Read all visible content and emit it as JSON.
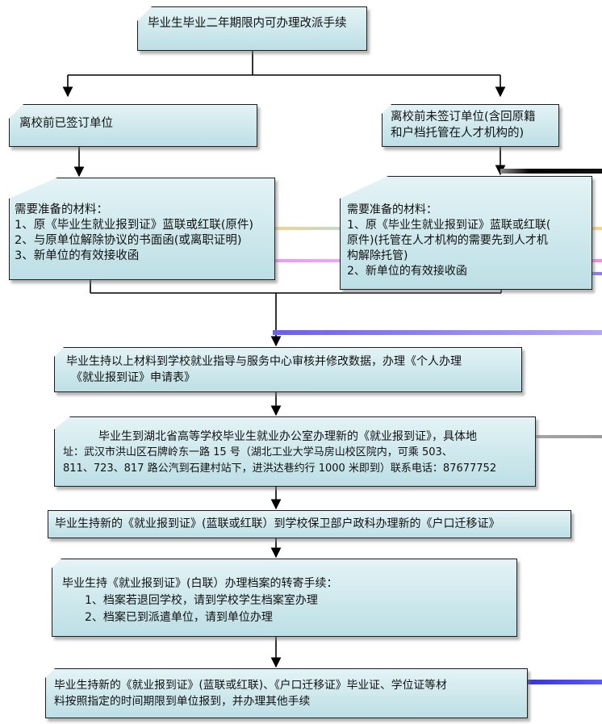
{
  "flowchart": {
    "top": "毕业生毕业二年期限内可办理改派手续",
    "left_branch": {
      "title": "离校前已签订单位",
      "materials": [
        "需要准备的材料：",
        "1、原《毕业生就业报到证》蓝联或红联(原件)",
        "2、与原单位解除协议的书面函(或离职证明)",
        "3、新单位的有效接收函"
      ]
    },
    "right_branch": {
      "title": [
        "离校前未签订单位(含回原籍",
        "和户档托管在人才机构的)"
      ],
      "materials": [
        "需要准备的材料：",
        "1、原《毕业生就业报到证》蓝联或红联(",
        "原件)(托管在人才机构的需要先到人才机",
        "构解除托管)",
        "2、新单位的有效接收函"
      ]
    },
    "step1": [
      "毕业生持以上材料到学校就业指导与服务中心审核并修改数据，办理《个人办理",
      "《就业报到证》申请表》"
    ],
    "step2": [
      "毕业生到湖北省高等学校毕业生就业办公室办理新的《就业报到证》，具体地",
      "址：武汉市洪山区石牌岭东一路 15 号（湖北工业大学马房山校区院内，可乘 503、",
      "811、723、817 路公汽到石建村站下，进洪达巷约行 1000 米即到）联系电话：87677752"
    ],
    "step3": "毕业生持新的《就业报到证》(蓝联或红联）到学校保卫部户政科办理新的《户口迁移证》",
    "step4": [
      "毕业生持《就业报到证》(白联）办理档案的转寄手续：",
      "1、档案若退回学校，请到学校学生档案室办理",
      "2、档案已到派遣单位，请到单位办理"
    ],
    "step5": [
      "毕业生持新的《就业报到证》(蓝联或红联)、《户口迁移证》毕业证、学位证等材",
      "料按照指定的时间期限到单位报到，并办理其他手续"
    ]
  }
}
